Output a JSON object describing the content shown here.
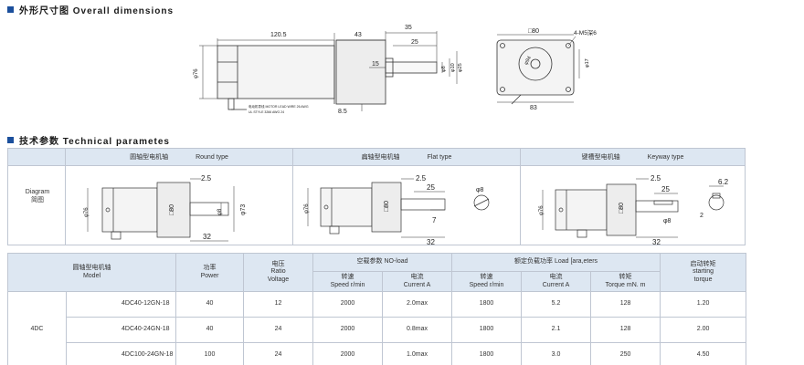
{
  "sections": {
    "overall_title": "外形尺寸图 Overall dimensions",
    "technical_title": "技术参数 Technical parametes"
  },
  "overall": {
    "dim_total": "120.5",
    "dim_43": "43",
    "dim_35": "35",
    "dim_25": "25",
    "dim_15": "15",
    "dim_8_5": "8.5",
    "dim_phi76": "φ76",
    "dim_phi8": "φ8",
    "dim_phi10": "φ10",
    "dim_phi25": "φ25",
    "lead_note_1": "电动机导线 MOTOR LEAD WIRE 26 AWG",
    "lead_note_2": "UL STYLE 3266 AWG 24",
    "front_square": "□80",
    "front_holes": "4-M5深6",
    "front_pcd": "φ94",
    "front_phi17": "φ17",
    "front_width": "83"
  },
  "types": {
    "diagram_label_en": "Diagram",
    "diagram_label_cn": "简图",
    "round_cn": "圆轴型电机轴",
    "round_en": "Round type",
    "flat_cn": "扁轴型电机轴",
    "flat_en": "Flat type",
    "keyway_cn": "键槽型电机轴",
    "keyway_en": "Keyway type",
    "round": {
      "d2_5": "2.5",
      "d80": "□80",
      "d76": "φ76",
      "d73": "φ73",
      "d8": "φ8",
      "d32": "32"
    },
    "flat": {
      "d2_5": "2.5",
      "d25": "25",
      "d80": "□80",
      "d76": "φ76",
      "d7": "7",
      "d32": "32",
      "dphi8": "φ8"
    },
    "keyway": {
      "d2_5": "2.5",
      "d25": "25",
      "d80": "□80",
      "d76": "φ76",
      "d8": "φ8",
      "d32": "32",
      "d6_2": "6.2",
      "d2": "2"
    }
  },
  "table": {
    "headers": {
      "model_cn": "圆轴型电机轴",
      "model_en": "Model",
      "power_cn": "功率",
      "power_en": "Power",
      "ratio_cn": "电压",
      "ratio_en1": "Ratio",
      "ratio_en2": "Voltage",
      "noload": "空载参数  NO-load",
      "load": "额定负载功率 Load [ara,eters",
      "starting_cn": "启动转矩",
      "starting_en1": "starting",
      "starting_en2": "torque",
      "speed_cn": "转速",
      "speed_en": "Speed r/min",
      "current_cn": "电流",
      "current_en": "Current  A",
      "speed2_cn": "转速",
      "speed2_en": "Speed r/min",
      "current2_cn": "电流",
      "current2_en": "Current  A",
      "torque_cn": "转矩",
      "torque_en": "Torque mN. m"
    },
    "group": "4DC",
    "rows": [
      {
        "model": "4DC40-12GN-18",
        "power": "40",
        "voltage": "12",
        "nl_speed": "2000",
        "nl_current": "2.0max",
        "l_speed": "1800",
        "l_current": "5.2",
        "torque": "128",
        "start": "1.20"
      },
      {
        "model": "4DC40-24GN-18",
        "power": "40",
        "voltage": "24",
        "nl_speed": "2000",
        "nl_current": "0.8max",
        "l_speed": "1800",
        "l_current": "2.1",
        "torque": "128",
        "start": "2.00"
      },
      {
        "model": "4DC100-24GN-18",
        "power": "100",
        "voltage": "24",
        "nl_speed": "2000",
        "nl_current": "1.0max",
        "l_speed": "1800",
        "l_current": "3.0",
        "torque": "250",
        "start": "4.50"
      }
    ]
  },
  "colors": {
    "accent": "#1b4f9c",
    "header_bg": "#dde7f2",
    "border": "#bfc6d2"
  }
}
